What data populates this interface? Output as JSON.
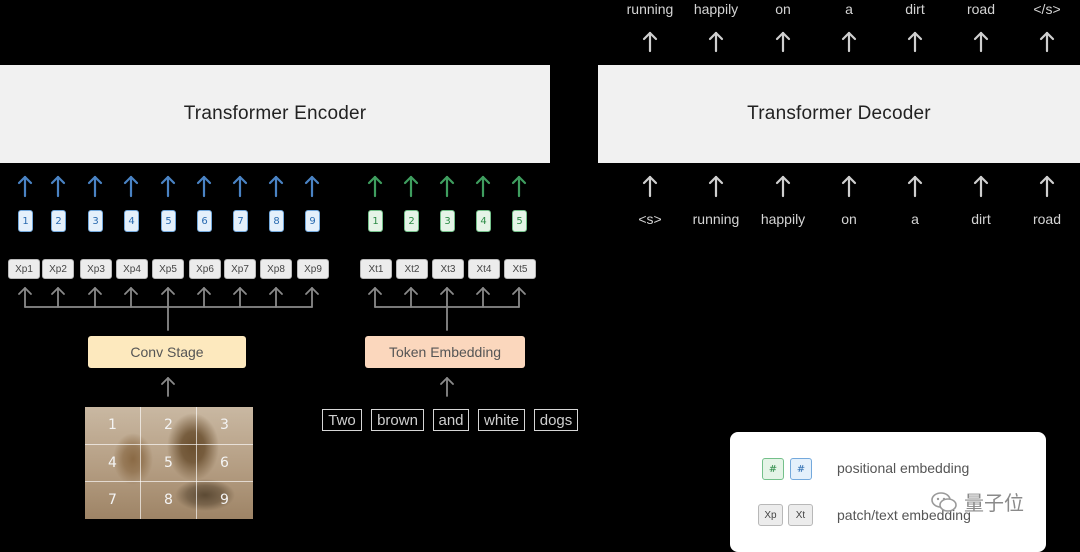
{
  "encoder": {
    "title": "Transformer Encoder"
  },
  "decoder": {
    "title": "Transformer Decoder",
    "inputs": [
      "<s>",
      "running",
      "happily",
      "on",
      "a",
      "dirt",
      "road"
    ],
    "outputs": [
      "running",
      "happily",
      "on",
      "a",
      "dirt",
      "road",
      "</s>"
    ]
  },
  "patch": {
    "positions": [
      "1",
      "2",
      "3",
      "4",
      "5",
      "6",
      "7",
      "8",
      "9"
    ],
    "embeddings": [
      "Xp1",
      "Xp2",
      "Xp3",
      "Xp4",
      "Xp5",
      "Xp6",
      "Xp7",
      "Xp8",
      "Xp9"
    ],
    "stage": "Conv Stage",
    "grid_labels": [
      "1",
      "2",
      "3",
      "4",
      "5",
      "6",
      "7",
      "8",
      "9"
    ]
  },
  "text": {
    "positions": [
      "1",
      "2",
      "3",
      "4",
      "5"
    ],
    "embeddings": [
      "Xt1",
      "Xt2",
      "Xt3",
      "Xt4",
      "Xt5"
    ],
    "stage": "Token Embedding",
    "words": [
      "Two",
      "brown",
      "and",
      "white",
      "dogs"
    ]
  },
  "legend": {
    "pos_symbols": [
      "#",
      "#"
    ],
    "pos_label": "positional embedding",
    "emb_symbols": [
      "Xp",
      "Xt"
    ],
    "emb_label": "patch/text embedding"
  },
  "watermark": "量子位",
  "colors": {
    "encoder_arrow": "#4a83c4",
    "text_arrow": "#3f9e5f",
    "decoder_arrow": "#cfcfcf",
    "conv_stage_bg": "#fde9be",
    "token_embedding_bg": "#fbd7bd"
  }
}
